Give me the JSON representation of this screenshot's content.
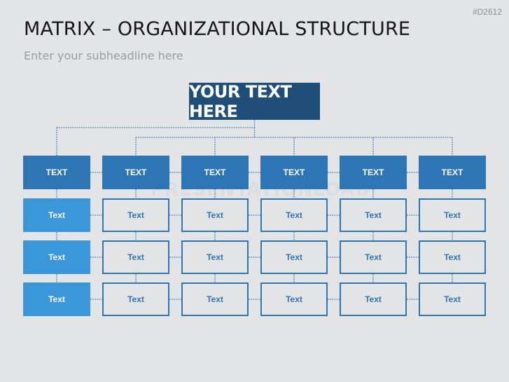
{
  "slide_id": "#D2612",
  "title": "MATRIX – ORGANIZATIONAL STRUCTURE",
  "subtitle": "Enter your subheadline here",
  "watermark": "PRESENTATIONLOAD",
  "top_box": {
    "label": "YOUR TEXT HERE"
  },
  "columns": [
    {
      "header": "TEXT",
      "cells": [
        "Text",
        "Text",
        "Text"
      ]
    },
    {
      "header": "TEXT",
      "cells": [
        "Text",
        "Text",
        "Text"
      ]
    },
    {
      "header": "TEXT",
      "cells": [
        "Text",
        "Text",
        "Text"
      ]
    },
    {
      "header": "TEXT",
      "cells": [
        "Text",
        "Text",
        "Text"
      ]
    },
    {
      "header": "TEXT",
      "cells": [
        "Text",
        "Text",
        "Text"
      ]
    },
    {
      "header": "TEXT",
      "cells": [
        "Text",
        "Text",
        "Text"
      ]
    }
  ],
  "colors": {
    "top_box": "#1f4e79",
    "header": "#2e75b6",
    "highlight_cell": "#3a97da",
    "connector": "#2e75b6",
    "background": "#e3e4e5"
  }
}
